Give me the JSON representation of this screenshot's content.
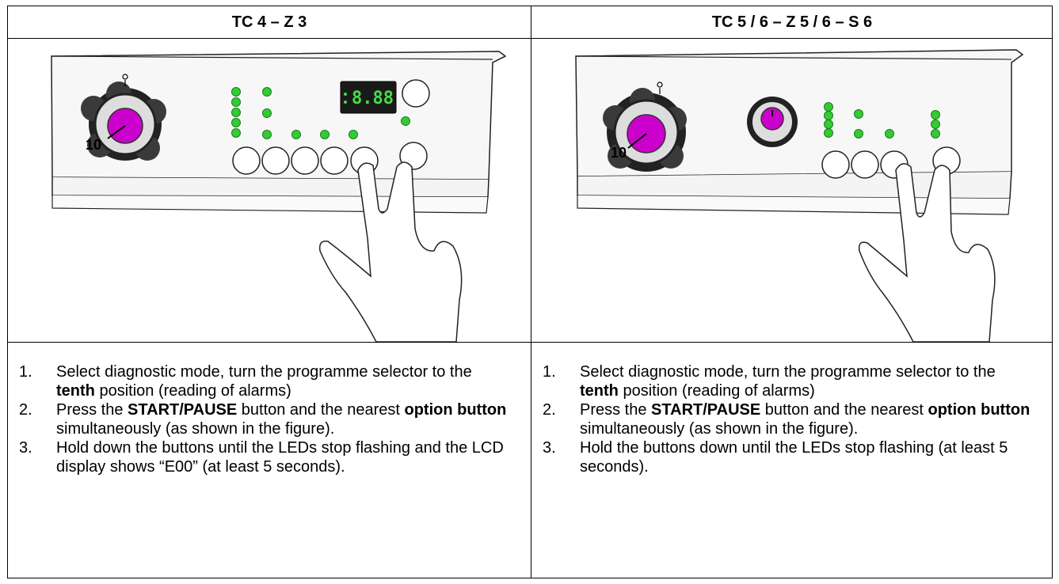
{
  "left": {
    "header": "TC 4 – Z 3",
    "figure": {
      "dial_number": "10",
      "display_text": "8.88"
    },
    "steps": [
      {
        "num": "1.",
        "t1": "Select diagnostic mode, turn the programme selector to the ",
        "b1": "tenth",
        "t2": " position (reading of alarms)",
        "b2": "",
        "t3": "",
        "b3": "",
        "t4": ""
      },
      {
        "num": "2.",
        "t1": "Press the ",
        "b1": "START/PAUSE",
        "t2": " button and the nearest ",
        "b2": "option button",
        "t3": " simultaneously (as shown in the figure).",
        "b3": "",
        "t4": ""
      },
      {
        "num": "3.",
        "t1": "Hold down the buttons until the LEDs stop flashing and the LCD display shows “E00” (at least 5 seconds).",
        "b1": "",
        "t2": "",
        "b2": "",
        "t3": "",
        "b3": "",
        "t4": ""
      }
    ]
  },
  "right": {
    "header": "TC 5 / 6 – Z 5 / 6 – S 6",
    "figure": {
      "dial_number": "10"
    },
    "steps": [
      {
        "num": "1.",
        "t1": "Select diagnostic mode, turn the programme selector to the ",
        "b1": "tenth",
        "t2": " position (reading of alarms)",
        "b2": "",
        "t3": "",
        "b3": "",
        "t4": ""
      },
      {
        "num": "2.",
        "t1": "Press the ",
        "b1": "START/PAUSE",
        "t2": " button and the nearest ",
        "b2": "option button",
        "t3": " simultaneously (as shown in the figure).",
        "b3": "",
        "t4": ""
      },
      {
        "num": "3.",
        "t1": "Hold the buttons down until the LEDs stop flashing (at least 5 seconds).",
        "b1": "",
        "t2": "",
        "b2": "",
        "t3": "",
        "b3": "",
        "t4": ""
      }
    ]
  },
  "colors": {
    "led": "#33cc33",
    "knob": "#cc00cc",
    "display_bg": "#1a1a1a",
    "display_digits": "#44dd44",
    "panel": "#f7f7f7"
  }
}
